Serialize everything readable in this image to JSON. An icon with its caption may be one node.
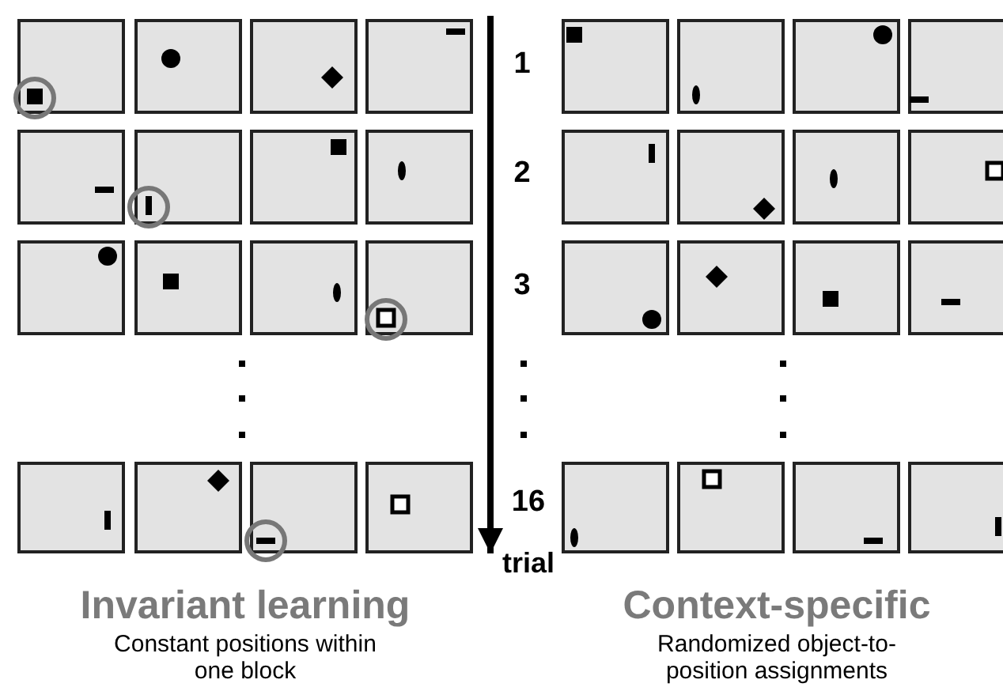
{
  "diagram": {
    "labels": [
      "1",
      "2",
      "3",
      "16",
      "trial",
      "Invariant learning",
      "Constant positions within one block",
      "Context-specific",
      "Randomized object-to-position assignments"
    ]
  }
}
